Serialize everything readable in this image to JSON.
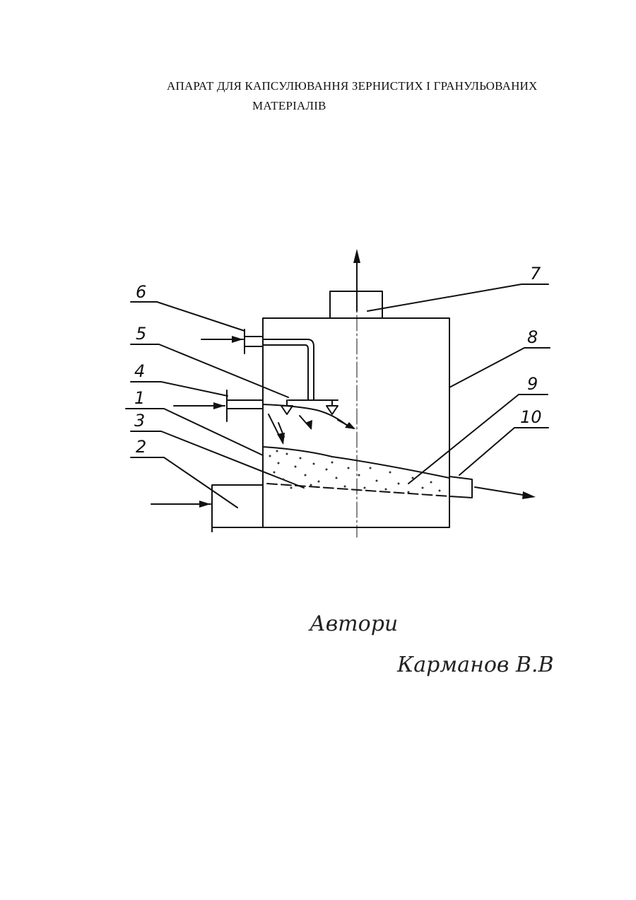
{
  "title": {
    "line1": "АПАРАТ ДЛЯ КАПСУЛЮВАННЯ ЗЕРНИСТИХ  І ГРАНУЛЬОВАНИХ",
    "line2": "МАТЕРІАЛІВ"
  },
  "labels": [
    "6",
    "5",
    "4",
    "1",
    "3",
    "2",
    "7",
    "8",
    "9",
    "10"
  ],
  "signature": {
    "authors": "Автори",
    "name": "Карманов В.В"
  }
}
